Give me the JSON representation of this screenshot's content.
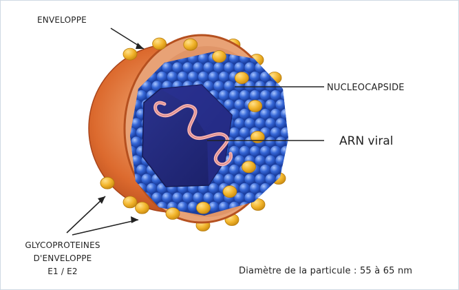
{
  "labels": {
    "envelope": "ENVELOPPE",
    "nucleocapsid": "NUCLEOCAPSIDE",
    "rna": "ARN viral",
    "glyco_line1": "GLYCOPROTEINES",
    "glyco_line2": "D'ENVELOPPE",
    "glyco_line3": "E1 / E2",
    "diameter": "Diamètre de la particule : 55 à 65 nm"
  },
  "colors": {
    "envelope_outer": "#d9652a",
    "envelope_inner": "#e9a070",
    "envelope_rim": "#b84c1c",
    "spike": "#f2b52c",
    "spike_dark": "#c98a10",
    "capsid": "#2f5dcc",
    "capsid_light": "#7ea8f2",
    "capsid_dark": "#15318a",
    "core": "#232a80",
    "rna": "#f0a6a6",
    "text": "#222222",
    "line": "#222222",
    "border": "#cfd8e3"
  }
}
